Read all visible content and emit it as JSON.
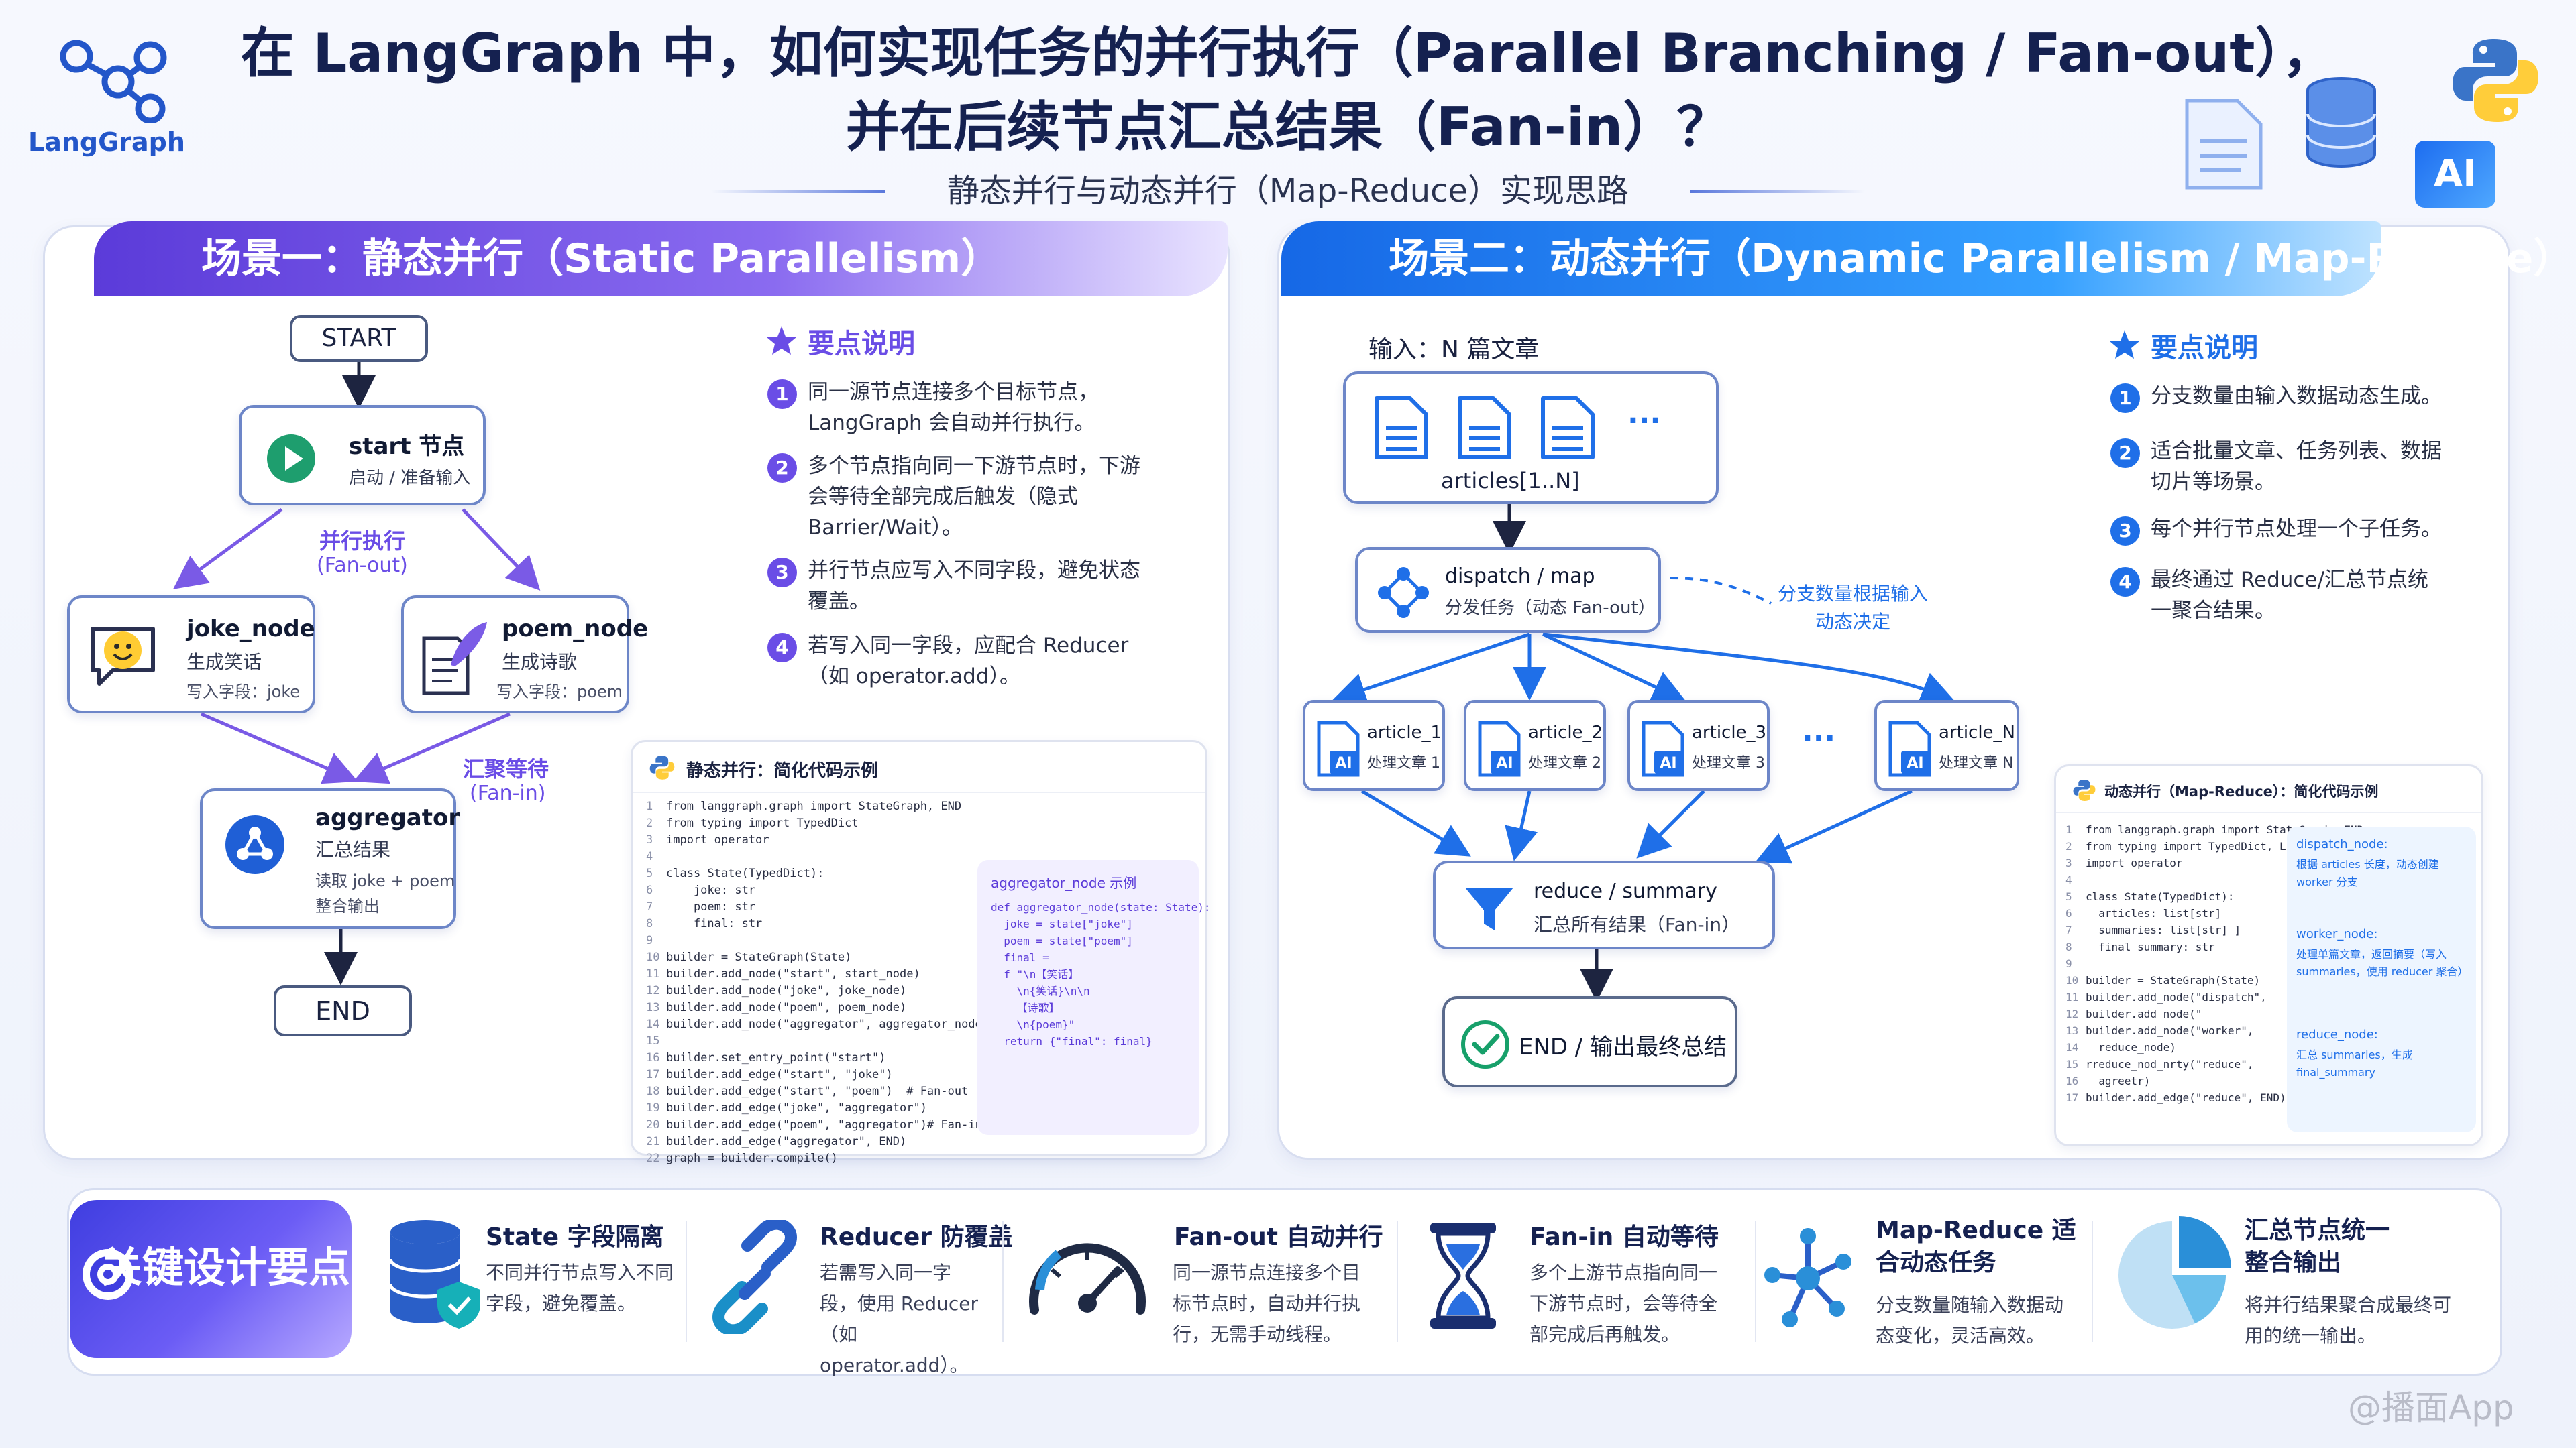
{
  "header": {
    "title_line1": "在 LangGraph 中，如何实现任务的并行执行（Parallel Branching / Fan-out），",
    "title_line2": "并在后续节点汇总结果（Fan-in）？",
    "subtitle": "静态并行与动态并行（Map-Reduce）实现思路",
    "logo_text": "LangGraph",
    "ai_badge": "AI"
  },
  "colors": {
    "purple": "#6a4de6",
    "blue": "#1f6fe8",
    "navy": "#152150"
  },
  "scenario1": {
    "banner": "场景一：静态并行（Static Parallelism）",
    "start": "START",
    "start_node": {
      "title": "start 节点",
      "sub": "启动 / 准备输入"
    },
    "fanout_label": "并行执行",
    "fanout_label2": "(Fan-out)",
    "joke_node": {
      "title": "joke_node",
      "sub": "生成笑话",
      "field": "写入字段：joke"
    },
    "poem_node": {
      "title": "poem_node",
      "sub": "生成诗歌",
      "field": "写入字段：poem"
    },
    "fanin_label": "汇聚等待",
    "fanin_label2": "(Fan-in)",
    "aggregator": {
      "title": "aggregator",
      "sub": "汇总结果",
      "desc1": "读取 joke + poem",
      "desc2": "整合输出"
    },
    "end": "END",
    "points_head": "要点说明",
    "points": [
      {
        "n": "1",
        "text": "同一源节点连接多个目标节点，LangGraph 会自动并行执行。"
      },
      {
        "n": "2",
        "text": "多个节点指向同一下游节点时，下游会等待全部完成后触发（隐式 Barrier/Wait）。"
      },
      {
        "n": "3",
        "text": "并行节点应写入不同字段，避免状态覆盖。"
      },
      {
        "n": "4",
        "text": "若写入同一字段，应配合 Reducer（如 operator.add）。"
      }
    ],
    "code_title": "静态并行：简化代码示例",
    "code": [
      "from langgraph.graph import StateGraph, END",
      "from typing import TypedDict",
      "import operator",
      "",
      "class State(TypedDict):",
      "    joke: str",
      "    poem: str",
      "    final: str",
      "",
      "builder = StateGraph(State)",
      "builder.add_node(\"start\", start_node)",
      "builder.add_node(\"joke\", joke_node)",
      "builder.add_node(\"poem\", poem_node)",
      "builder.add_node(\"aggregator\", aggregator_node)",
      "",
      "builder.set_entry_point(\"start\")",
      "builder.add_edge(\"start\", \"joke\")",
      "builder.add_edge(\"start\", \"poem\")  # Fan-out",
      "builder.add_edge(\"joke\", \"aggregator\")",
      "builder.add_edge(\"poem\", \"aggregator\")# Fan-in",
      "builder.add_edge(\"aggregator\", END)",
      "graph = builder.compile()"
    ],
    "side_title": "aggregator_node 示例",
    "side_code": [
      "def aggregator_node(state: State):",
      "  joke = state[\"joke\"]",
      "  poem = state[\"poem\"]",
      "  final =",
      "  f \"\\n【笑话】",
      "    \\n{笑话}\\n\\n",
      "    【诗歌】",
      "    \\n{poem}\"",
      "  return {\"final\": final}"
    ]
  },
  "scenario2": {
    "banner": "场景二：动态并行（Dynamic Parallelism / Map-Reduce）",
    "input_label": "输入：N 篇文章",
    "articles_label": "articles[1..N]",
    "ellipsis": "···",
    "dispatch": {
      "title": "dispatch / map",
      "sub": "分发任务（动态 Fan-out）"
    },
    "dispatch_note1": "分支数量根据输入",
    "dispatch_note2": "动态决定",
    "workers": [
      {
        "title": "article_1",
        "sub": "处理文章 1"
      },
      {
        "title": "article_2",
        "sub": "处理文章 2"
      },
      {
        "title": "article_3",
        "sub": "处理文章 3"
      },
      {
        "title": "article_N",
        "sub": "处理文章 N"
      }
    ],
    "reduce": {
      "title": "reduce / summary",
      "sub": "汇总所有结果（Fan-in）"
    },
    "end": "END / 输出最终总结",
    "points_head": "要点说明",
    "points": [
      {
        "n": "1",
        "text": "分支数量由输入数据动态生成。"
      },
      {
        "n": "2",
        "text": "适合批量文章、任务列表、数据切片等场景。"
      },
      {
        "n": "3",
        "text": "每个并行节点处理一个子任务。"
      },
      {
        "n": "4",
        "text": "最终通过 Reduce/汇总节点统一聚合结果。"
      }
    ],
    "code_title": "动态并行（Map-Reduce）：简化代码示例",
    "code": [
      "from langgraph.graph import StateGraph, END",
      "from typing import TypedDict, List",
      "import operator",
      "",
      "class State(TypedDict):",
      "  articles: list[str]",
      "  summaries: list[str] ]",
      "  final summary: str",
      "",
      "builder = StateGraph(State)",
      "builder.add_node(\"dispatch\",",
      "builder.add_node(\"",
      "builder.add_node(\"worker\",",
      "  reduce_node)",
      "rreduce_nod_nrty(\"reduce\",",
      "  agreetr)",
      "builder.add_edge(\"reduce\", END)"
    ],
    "side_notes": [
      {
        "title": "dispatch_node:",
        "text": "根据 articles 长度，动态创建 worker 分支"
      },
      {
        "title": "worker_node:",
        "text": "处理单篇文章，返回摘要（写入 summaries，使用 reducer 聚合）"
      },
      {
        "title": "reduce_node:",
        "text": "汇总 summaries，生成 final_summary"
      }
    ]
  },
  "bottom": {
    "title": "关键设计要点",
    "items": [
      {
        "title": "State 字段隔离",
        "text": "不同并行节点写入不同字段，避免覆盖。"
      },
      {
        "title": "Reducer 防覆盖",
        "text": "若需写入同一字段，使用 Reducer（如 operator.add）。"
      },
      {
        "title": "Fan-out 自动并行",
        "text": "同一源节点连接多个目标节点时，自动并行执行，无需手动线程。"
      },
      {
        "title": "Fan-in 自动等待",
        "text": "多个上游节点指向同一下游节点时，会等待全部完成后再触发。"
      },
      {
        "title": "Map-Reduce 适合动态任务",
        "text": "分支数量随输入数据动态变化，灵活高效。"
      },
      {
        "title": "汇总节点统一整合输出",
        "text": "将并行结果聚合成最终可用的统一输出。"
      }
    ]
  },
  "watermark": "@播面App"
}
